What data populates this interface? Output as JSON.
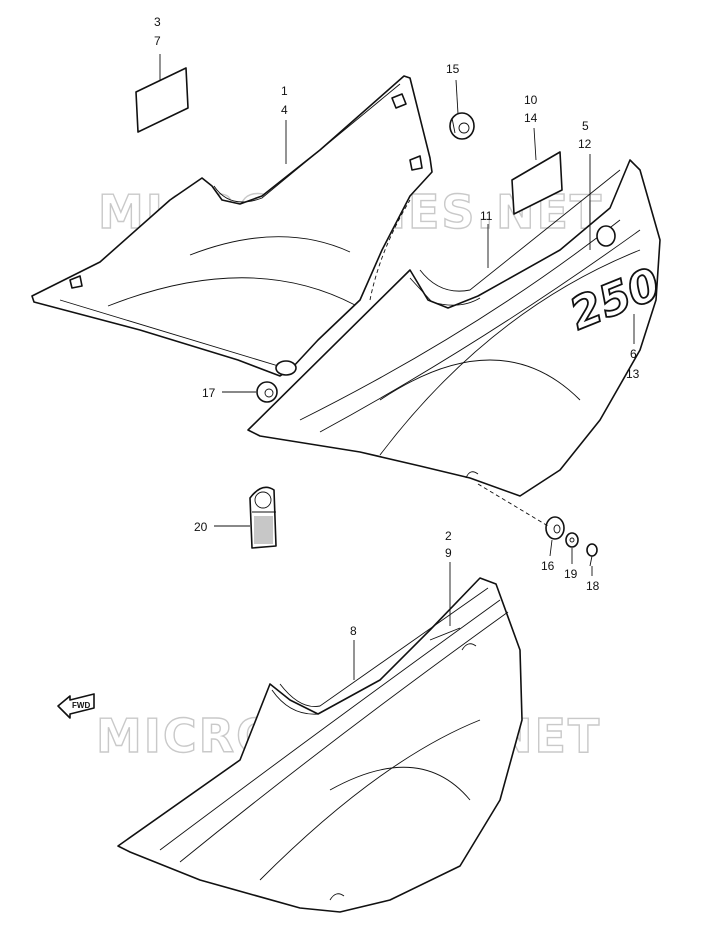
{
  "watermark": "MICROFICHES.NET",
  "emblem_text": "250",
  "fwd_label": "FWD",
  "callouts": [
    {
      "id": "c-3",
      "lines": [
        "3",
        "7"
      ]
    },
    {
      "id": "c-1",
      "lines": [
        "1",
        "4"
      ]
    },
    {
      "id": "c-15",
      "lines": [
        "15"
      ]
    },
    {
      "id": "c-10",
      "lines": [
        "10",
        "14"
      ]
    },
    {
      "id": "c-5",
      "lines": [
        "5",
        "12"
      ]
    },
    {
      "id": "c-11",
      "lines": [
        "11"
      ]
    },
    {
      "id": "c-6",
      "lines": [
        "6",
        "13"
      ]
    },
    {
      "id": "c-17",
      "lines": [
        "17"
      ]
    },
    {
      "id": "c-20",
      "lines": [
        "20"
      ]
    },
    {
      "id": "c-2",
      "lines": [
        "2",
        "9"
      ]
    },
    {
      "id": "c-8",
      "lines": [
        "8"
      ]
    },
    {
      "id": "c-16",
      "lines": [
        "16"
      ]
    },
    {
      "id": "c-19",
      "lines": [
        "19"
      ]
    },
    {
      "id": "c-18",
      "lines": [
        "18"
      ]
    }
  ],
  "colors": {
    "ink": "#111111",
    "watermark": "#c9c9c9",
    "paper": "#ffffff"
  }
}
